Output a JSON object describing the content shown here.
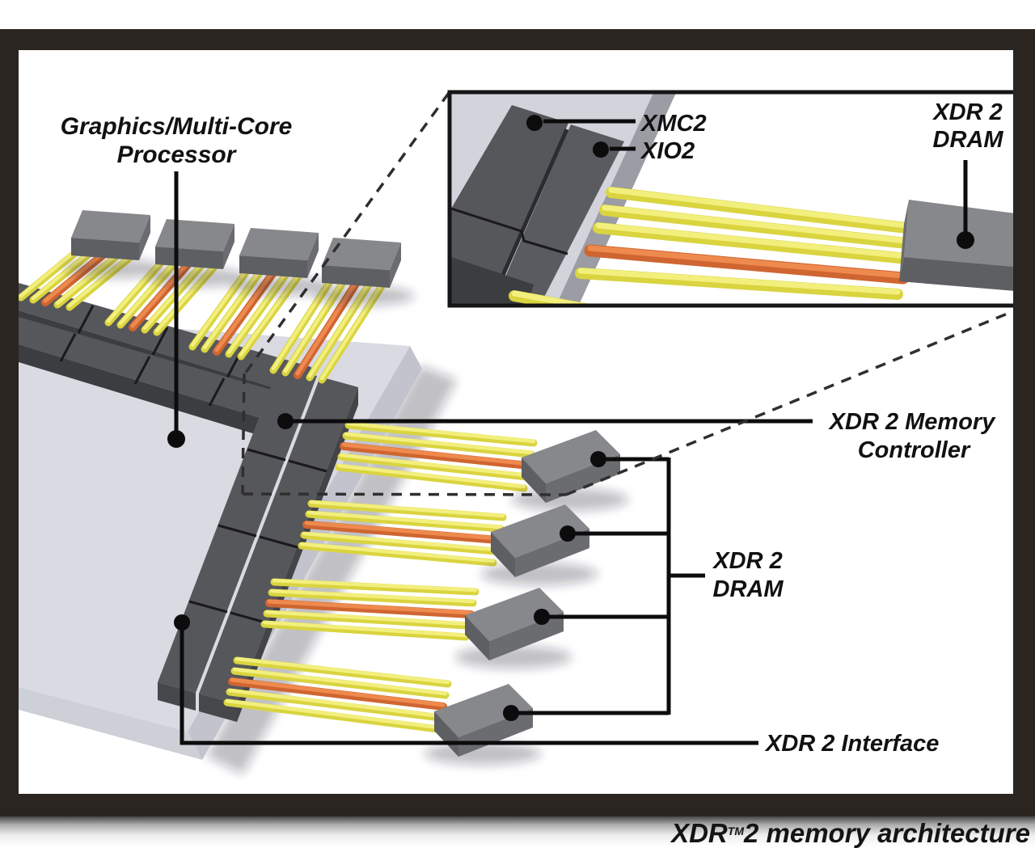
{
  "figure_type": "technical architecture diagram",
  "labels": {
    "processor_line1": "Graphics/Multi-Core",
    "processor_line2": "Processor",
    "memory_controller_line1": "XDR 2 Memory",
    "memory_controller_line2": "Controller",
    "dram_bracket_line1": "XDR 2",
    "dram_bracket_line2": "DRAM",
    "interface": "XDR 2 Interface"
  },
  "inset": {
    "xmc2": "XMC2",
    "xio2": "XIO2",
    "dram_line1": "XDR 2",
    "dram_line2": "DRAM"
  },
  "caption": {
    "pre": "XDR",
    "sup": "TM",
    "post": "2 memory architecture"
  },
  "colors": {
    "frame": "#2b2522",
    "canvas": "#ffffff",
    "package_top": "#d9dae2",
    "package_side": "#c2c3cd",
    "chip_bar_top": "#56575b",
    "chip_bar_front": "#3c3d41",
    "dram_top": "#87888c",
    "dram_front": "#5e5f63",
    "ribbon_yellow": "#d9d43f",
    "ribbon_yellow_highlight": "#f3ef7d",
    "ribbon_orange": "#cf6530",
    "callout_black": "#0c0c0c"
  }
}
